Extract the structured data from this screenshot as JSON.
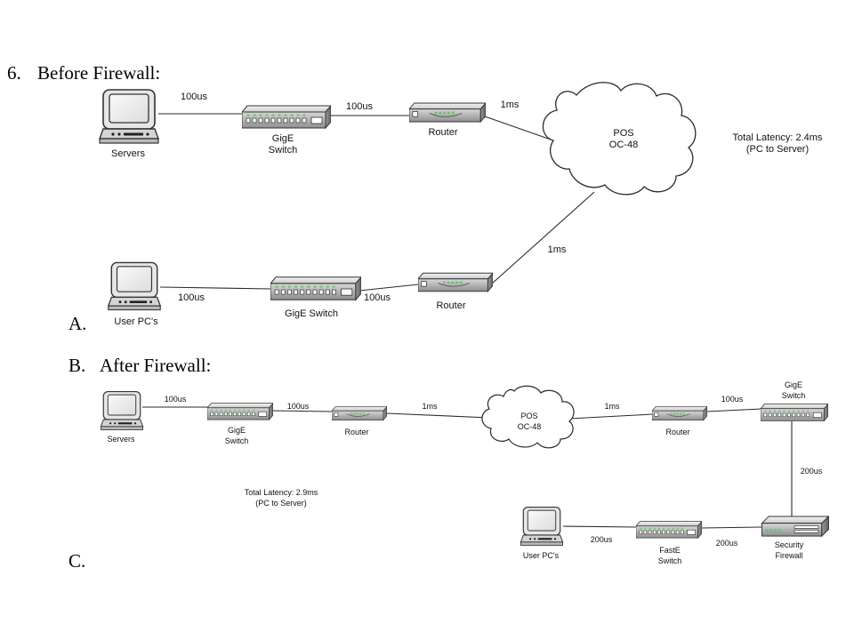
{
  "section6": {
    "number": "6.",
    "title": "Before Firewall:"
  },
  "sectionA": {
    "label": "A."
  },
  "sectionB": {
    "number": "B.",
    "title": "After Firewall:"
  },
  "sectionC": {
    "label": "C."
  },
  "before": {
    "servers": "Servers",
    "switch_top": [
      "GigE",
      "Switch"
    ],
    "router_top": "Router",
    "cloud": [
      "POS",
      "OC-48"
    ],
    "latency": [
      "Total Latency: 2.4ms",
      "(PC to Server)"
    ],
    "pc": "User PC's",
    "switch_bottom": "GigE Switch",
    "router_bottom": "Router",
    "links": {
      "servers_switch": "100us",
      "switch_router": "100us",
      "router_cloud": "1ms",
      "cloud_router": "1ms",
      "pc_switch": "100us",
      "switch_router_b": "100us"
    }
  },
  "after": {
    "servers": "Servers",
    "switch1": [
      "GigE",
      "Switch"
    ],
    "router1": "Router",
    "cloud": [
      "POS",
      "OC-48"
    ],
    "router2": "Router",
    "switch2": [
      "GigE",
      "Switch"
    ],
    "latency": [
      "Total Latency: 2.9ms",
      "(PC to Server)"
    ],
    "pc": "User PC's",
    "faste": [
      "FastE",
      "Switch"
    ],
    "firewall": [
      "Security",
      "Firewall"
    ],
    "links": {
      "servers_switch": "100us",
      "switch_router": "100us",
      "router_cloud": "1ms",
      "cloud_router": "1ms",
      "router_switch": "100us",
      "switch_firewall": "200us",
      "pc_faste": "200us",
      "faste_firewall": "200us"
    }
  }
}
